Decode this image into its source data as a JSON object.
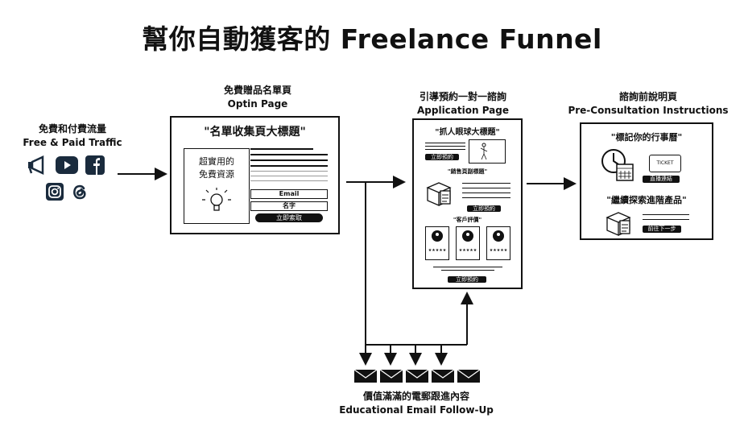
{
  "title": "幫你自動獲客的 Freelance Funnel",
  "traffic": {
    "label_zh": "免費和付費流量",
    "label_en": "Free & Paid Traffic"
  },
  "optin": {
    "label_zh": "免費贈品名單頁",
    "label_en": "Optin Page",
    "headline": "\"名單收集頁大標題\"",
    "freebie_line1": "超實用的",
    "freebie_line2": "免費資源",
    "email_field": "Email",
    "name_field": "名字",
    "cta": "立即索取"
  },
  "application": {
    "label_zh": "引導預約一對一諮詢",
    "label_en": "Application Page",
    "headline": "\"抓人眼球大標題\"",
    "cta1": "立即預約",
    "subheadline": "\"銷售頁副標題\"",
    "cta2": "立即預約",
    "reviews_title": "\"客戶評價\"",
    "stars": "★★★★★",
    "cta3": "立即預約"
  },
  "preconsult": {
    "label_zh": "諮詢前說明頁",
    "label_en": "Pre-Consultation Instructions",
    "headline1": "\"標記你的行事曆\"",
    "ticket_text": "TICKET",
    "cta1": "直播連結",
    "headline2": "\"繼續探索進階產品\"",
    "cta2": "前往下一步"
  },
  "email": {
    "label_zh": "價值滿滿的電郵跟進內容",
    "label_en": "Educational Email Follow-Up"
  },
  "icons": [
    "megaphone-icon",
    "youtube-icon",
    "facebook-icon",
    "instagram-icon",
    "threads-icon"
  ],
  "colors": {
    "ink": "#111111",
    "icon_bg": "#1a2b3d"
  }
}
